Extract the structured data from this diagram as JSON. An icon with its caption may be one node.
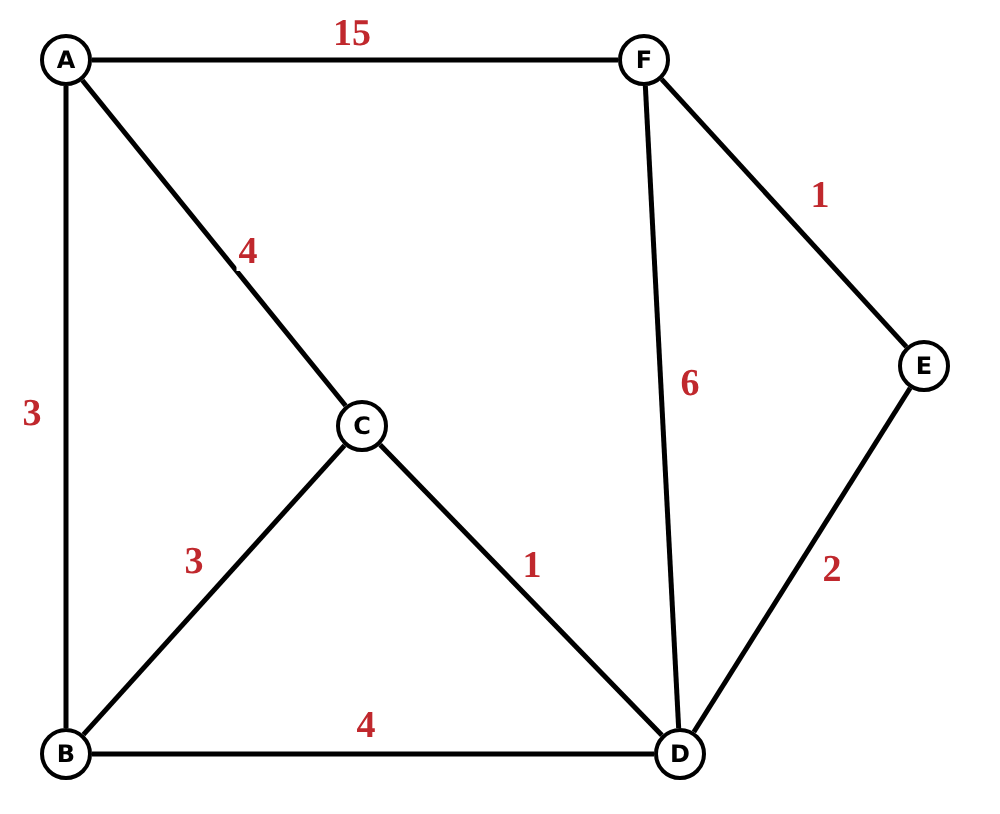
{
  "diagram": {
    "nodes": [
      {
        "text": [
          "A"
        ]
      },
      {
        "text": [
          "F"
        ]
      },
      {
        "text": [
          "E"
        ]
      },
      {
        "text": [
          "C"
        ]
      },
      {
        "text": [
          "B"
        ]
      },
      {
        "text": [
          "D"
        ]
      }
    ],
    "edges": [
      {
        "from": 0,
        "to": 1,
        "arrow": "none",
        "label": "15"
      },
      {
        "from": 0,
        "to": 3,
        "arrow": "none",
        "label": "4"
      },
      {
        "from": 0,
        "to": 4,
        "arrow": "none",
        "label": "3"
      },
      {
        "from": 1,
        "to": 2,
        "arrow": "none",
        "label": "1"
      },
      {
        "from": 1,
        "to": 5,
        "arrow": "none",
        "label": "6"
      },
      {
        "from": 3,
        "to": 4,
        "arrow": "none",
        "label": "3"
      },
      {
        "from": 3,
        "to": 5,
        "arrow": "none",
        "label": "1"
      },
      {
        "from": 2,
        "to": 5,
        "arrow": "none",
        "label": "2"
      },
      {
        "from": 4,
        "to": 5,
        "arrow": "none",
        "label": "4"
      }
    ]
  }
}
